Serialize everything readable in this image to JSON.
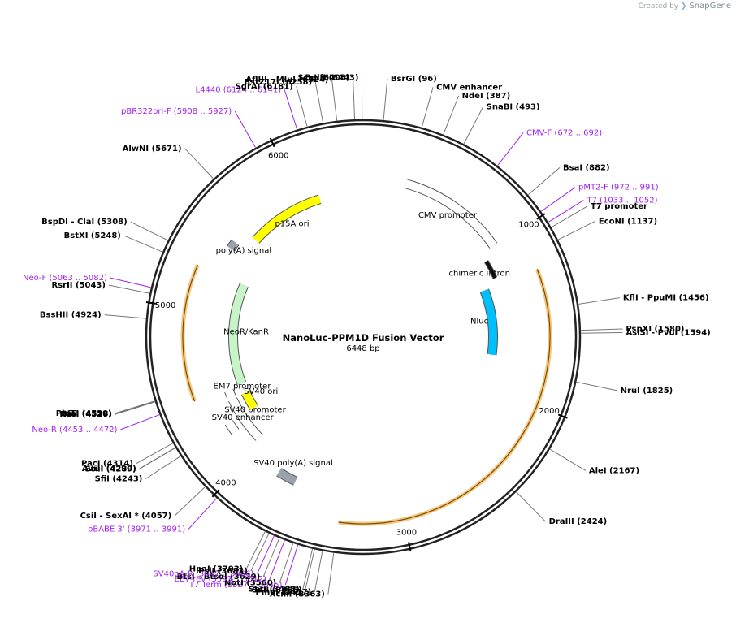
{
  "app": {
    "credit_prefix": "Created by",
    "credit_brand": "SnapGene"
  },
  "plasmid": {
    "name": "NanoLuc-PPM1D Fusion Vector",
    "size_label": "6448 bp",
    "length": 6448
  },
  "colors": {
    "backbone": "#222222",
    "primer": "#a020f0",
    "orf_highlight": "#f5c77e",
    "orf_line": "#7a4a00",
    "ori_yellow": "#ffff00",
    "nluc_blue": "#00bfff",
    "neo_green": "#c8f5c8",
    "neo_dark": "#2e8b00",
    "polyA_gray": "#9aa3ad",
    "promoter_white": "#ffffff"
  },
  "ticks": [
    {
      "bp": 1000,
      "label": "1000"
    },
    {
      "bp": 2000,
      "label": "2000"
    },
    {
      "bp": 3000,
      "label": "3000"
    },
    {
      "bp": 4000,
      "label": "4000"
    },
    {
      "bp": 5000,
      "label": "5000"
    },
    {
      "bp": 6000,
      "label": "6000"
    }
  ],
  "sites": [
    {
      "name": "BglII",
      "pos": "(6443)",
      "bp": 6443
    },
    {
      "name": "BsrGI",
      "pos": "(96)",
      "bp": 96
    },
    {
      "name": "CMV enhancer",
      "pos": "",
      "bp": 280,
      "boxed": true
    },
    {
      "name": "NdeI",
      "pos": "(387)",
      "bp": 387
    },
    {
      "name": "SnaBI",
      "pos": "(493)",
      "bp": 493
    },
    {
      "name": "CMV-F",
      "pos": "(672 .. 692)",
      "bp": 682,
      "primer": true
    },
    {
      "name": "BsaI",
      "pos": "(882)",
      "bp": 882
    },
    {
      "name": "pMT2-F",
      "pos": "(972 .. 991)",
      "bp": 981,
      "primer": true
    },
    {
      "name": "T7",
      "pos": "(1033 .. 1052)",
      "bp": 1042,
      "primer": true
    },
    {
      "name": "T7 promoter",
      "pos": "",
      "bp": 1070,
      "boxed": true
    },
    {
      "name": "EcoNI",
      "pos": "(1137)",
      "bp": 1137
    },
    {
      "name": "KflI - PpuMI",
      "pos": "(1456)",
      "bp": 1456
    },
    {
      "name": "PspXI",
      "pos": "(1580)",
      "bp": 1580
    },
    {
      "name": "AsiSI - PvuI",
      "pos": "(1594)",
      "bp": 1594
    },
    {
      "name": "NruI",
      "pos": "(1825)",
      "bp": 1825
    },
    {
      "name": "AleI",
      "pos": "(2167)",
      "bp": 2167
    },
    {
      "name": "DraIII",
      "pos": "(2424)",
      "bp": 2424
    },
    {
      "name": "XcmI",
      "pos": "(3363)",
      "bp": 3363
    },
    {
      "name": "PmeI",
      "pos": "(3417)",
      "bp": 3417
    },
    {
      "name": "SalI",
      "pos": "(3455)",
      "bp": 3455
    },
    {
      "name": "SbfI",
      "pos": "(3465)",
      "bp": 3465
    },
    {
      "name": "T7 Term",
      "pos": "(3527 .. 3545)",
      "bp": 3536,
      "primer": true
    },
    {
      "name": "NotI",
      "pos": "(3560)",
      "bp": 3560
    },
    {
      "name": "EBV-rev",
      "pos": "(3593 .. 3612)",
      "bp": 3602,
      "primer": true
    },
    {
      "name": "BtsI - BtsαI",
      "pos": "(3629)",
      "bp": 3629
    },
    {
      "name": "SV40pA-R",
      "pos": "(3647 .. 3666)",
      "bp": 3656,
      "primer": true
    },
    {
      "name": "PsiI",
      "pos": "(3683)",
      "bp": 3683
    },
    {
      "name": "HpaI",
      "pos": "(3703)",
      "bp": 3703
    },
    {
      "name": "pBABE 3'",
      "pos": "(3971 .. 3991)",
      "bp": 3981,
      "primer": true
    },
    {
      "name": "CsiI - SexAI *",
      "pos": "(4057)",
      "bp": 4057
    },
    {
      "name": "SfiI",
      "pos": "(4243)",
      "bp": 4243
    },
    {
      "name": "StuI",
      "pos": "(4289)",
      "bp": 4289
    },
    {
      "name": "AvrII",
      "pos": "(4290)",
      "bp": 4290
    },
    {
      "name": "PacI",
      "pos": "(4314)",
      "bp": 4314
    },
    {
      "name": "Neo-R",
      "pos": "(4453 .. 4472)",
      "bp": 4462,
      "primer": true
    },
    {
      "name": "KasI",
      "pos": "(4526)",
      "bp": 4526
    },
    {
      "name": "NarI",
      "pos": "(4527)",
      "bp": 4527
    },
    {
      "name": "SfoI",
      "pos": "(4528)",
      "bp": 4528
    },
    {
      "name": "PluTI",
      "pos": "(4530)",
      "bp": 4530
    },
    {
      "name": "BssHII",
      "pos": "(4924)",
      "bp": 4924
    },
    {
      "name": "RsrII",
      "pos": "(5043)",
      "bp": 5043
    },
    {
      "name": "Neo-F",
      "pos": "(5063 .. 5082)",
      "bp": 5072,
      "primer": true
    },
    {
      "name": "BstXI",
      "pos": "(5248)",
      "bp": 5248
    },
    {
      "name": "BspDI - ClaI",
      "pos": "(5308)",
      "bp": 5308
    },
    {
      "name": "AlwNI",
      "pos": "(5671)",
      "bp": 5671
    },
    {
      "name": "pBR322ori-F",
      "pos": "(5908 .. 5927)",
      "bp": 5918,
      "primer": true
    },
    {
      "name": "L4440",
      "pos": "(6124 .. 6141)",
      "bp": 6132,
      "primer": true
    },
    {
      "name": "SgrAI",
      "pos": "(6181)",
      "bp": 6181
    },
    {
      "name": "BstZ17I",
      "pos": "(6258)",
      "bp": 6258
    },
    {
      "name": "AflIII - MluI",
      "pos": "(6324)",
      "bp": 6324
    },
    {
      "name": "ScaI",
      "pos": "(6408)",
      "bp": 6408
    }
  ],
  "features": [
    {
      "name": "CMV promoter",
      "start": 280,
      "end": 984,
      "dir": 1,
      "type": "promoter"
    },
    {
      "name": "chimeric intron",
      "start": 1046,
      "end": 1180,
      "dir": 1,
      "type": "intron"
    },
    {
      "name": "Nluc",
      "start": 1236,
      "end": 1751,
      "dir": 1,
      "type": "cds"
    },
    {
      "name": "SV40 poly(A) signal",
      "start": 3675,
      "end": 3796,
      "dir": 1,
      "type": "polyA"
    },
    {
      "name": "SV40 promoter",
      "start": 4048,
      "end": 4378,
      "dir": 1,
      "type": "promoter"
    },
    {
      "name": "SV40 ori",
      "start": 4247,
      "end": 4382,
      "dir": 1,
      "type": "ori"
    },
    {
      "name": "SV40 enhancer",
      "start": 4182,
      "end": 4253,
      "dir": 1,
      "type": "misc"
    },
    {
      "name": "EM7 promoter",
      "start": 4399,
      "end": 4445,
      "dir": 1,
      "type": "promoter"
    },
    {
      "name": "NeoR/KanR",
      "start": 4464,
      "end": 5258,
      "dir": 1,
      "type": "cds"
    },
    {
      "name": "poly(A) signal",
      "start": 5442,
      "end": 5490,
      "dir": 1,
      "type": "polyA"
    },
    {
      "name": "p15A ori",
      "start": 5590,
      "end": 6135,
      "dir": 1,
      "type": "ori"
    }
  ],
  "orfs": [
    {
      "start": 1230,
      "end": 3360,
      "dir": 1
    },
    {
      "start": 4462,
      "end": 5258,
      "dir": -1
    }
  ]
}
